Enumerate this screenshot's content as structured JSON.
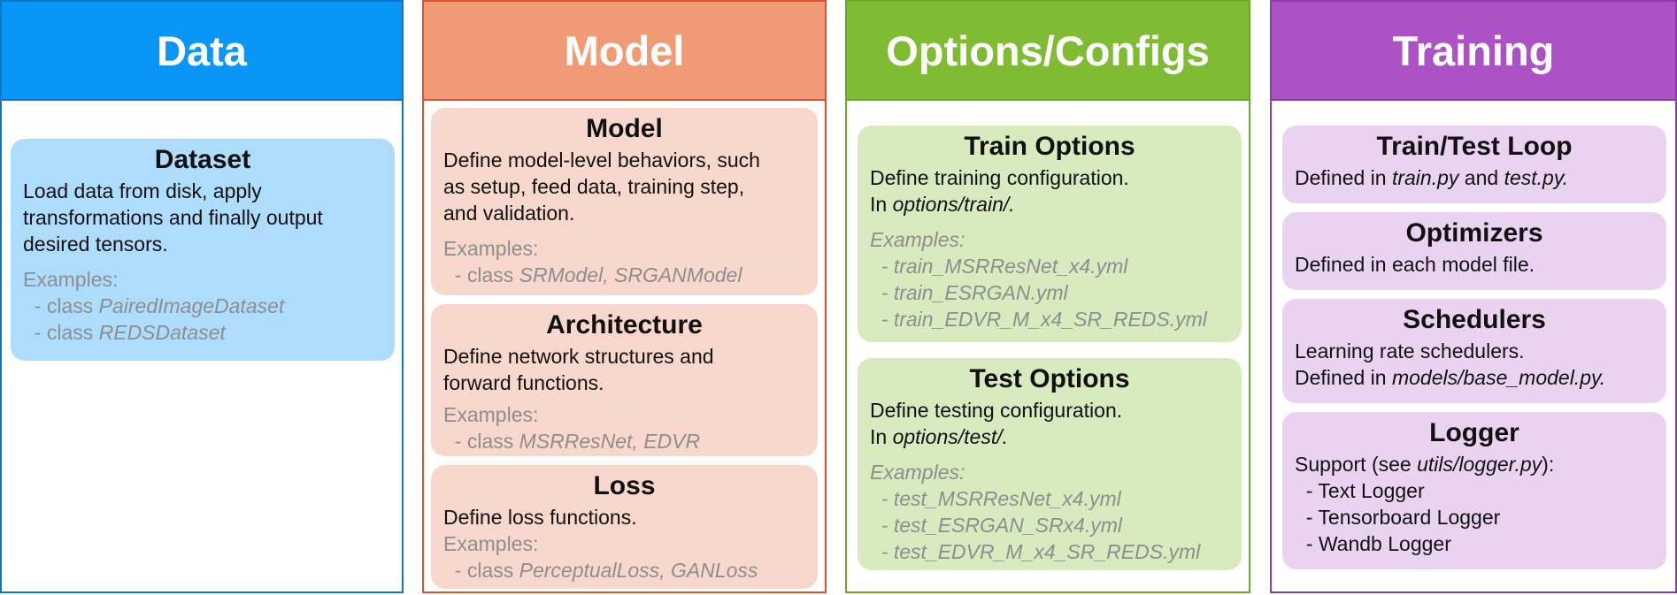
{
  "columns": {
    "data": {
      "title": "Data",
      "cards": {
        "dataset": {
          "title": "Dataset",
          "desc": [
            "Load data from disk, apply",
            "transformations and finally output",
            "desired tensors."
          ],
          "examples_label": "Examples:",
          "examples": [
            [
              "- class ",
              "PairedImageDataset"
            ],
            [
              "- class ",
              "REDSDataset"
            ]
          ]
        }
      }
    },
    "model": {
      "title": "Model",
      "cards": {
        "model": {
          "title": "Model",
          "desc": [
            "Define model-level behaviors, such",
            "as setup, feed data, training step,",
            "and validation."
          ],
          "examples_label": "Examples:",
          "examples": [
            [
              "- class ",
              "SRModel, SRGANModel"
            ]
          ]
        },
        "architecture": {
          "title": "Architecture",
          "desc": [
            "Define network structures and",
            "forward functions."
          ],
          "examples_label": "Examples:",
          "examples": [
            [
              "- class ",
              "MSRResNet, EDVR"
            ]
          ]
        },
        "loss": {
          "title": "Loss",
          "desc": [
            "Define loss functions."
          ],
          "examples_label": "Examples:",
          "examples": [
            [
              "- class ",
              "PerceptualLoss, GANLoss"
            ]
          ]
        }
      }
    },
    "options": {
      "title": "Options/Configs",
      "cards": {
        "train_options": {
          "title": "Train Options",
          "desc": "Define training configuration.",
          "path_prefix": "In ",
          "path": "options/train/.",
          "examples_label": "Examples:",
          "examples": [
            "- train_MSRResNet_x4.yml",
            "- train_ESRGAN.yml",
            "- train_EDVR_M_x4_SR_REDS.yml"
          ]
        },
        "test_options": {
          "title": "Test Options",
          "desc": "Define testing configuration.",
          "path_prefix": "In ",
          "path": "options/test/.",
          "examples_label": "Examples:",
          "examples": [
            "- test_MSRResNet_x4.yml",
            "- test_ESRGAN_SRx4.yml",
            "- test_EDVR_M_x4_SR_REDS.yml"
          ]
        }
      }
    },
    "training": {
      "title": "Training",
      "cards": {
        "loop": {
          "title": "Train/Test Loop",
          "prefix": "Defined in ",
          "file1": "train.py",
          "mid": " and ",
          "file2": "test.py."
        },
        "optimizers": {
          "title": "Optimizers",
          "desc": "Defined in each model file."
        },
        "schedulers": {
          "title": "Schedulers",
          "desc": "Learning rate schedulers.",
          "prefix": "Defined in ",
          "file": "models/base_model.py."
        },
        "logger": {
          "title": "Logger",
          "prefix": "Support (see ",
          "file": "utils/logger.py",
          "suffix": "):",
          "items": [
            "- Text Logger",
            "- Tensorboard Logger",
            "- Wandb Logger"
          ]
        }
      }
    }
  },
  "colors": {
    "data_header": "#0a96f7",
    "model_header": "#f09b76",
    "options_header": "#80bb34",
    "training_header": "#ac51c6",
    "data_card": "#aedcfc",
    "model_card": "#f8d8cd",
    "options_card": "#d8ebbf",
    "training_card": "#ead3f1",
    "example_text": "#8e8e8e"
  }
}
